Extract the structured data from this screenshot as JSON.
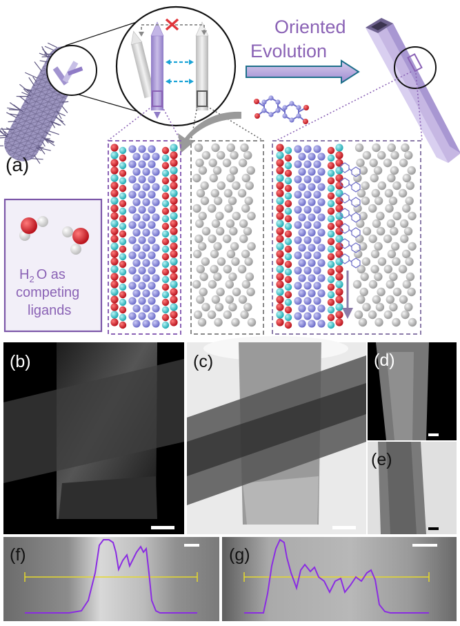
{
  "colors": {
    "purple": "#8a62b5",
    "lavender": "#b1a5dc",
    "atom_blue": "#7c7cd6",
    "atom_red": "#d9232c",
    "atom_cyan": "#3ec8cf",
    "atom_gray": "#bdbdbd",
    "arrow_blue": "#1aa3d6",
    "cross_red": "#e0363b",
    "profile_line": "#8a2be2",
    "scan_line": "#e6d92c"
  },
  "labels": {
    "a": "(a)",
    "b": "(b)",
    "c": "(c)",
    "d": "(d)",
    "e": "(e)",
    "f": "(f)",
    "g": "(g)"
  },
  "title": {
    "line1": "Oriented",
    "line2": "Evolution"
  },
  "water_box": {
    "formula": "H",
    "subscript": "2",
    "rest": "O as",
    "line2": "competing",
    "line3": "ligands"
  },
  "icons": {
    "cross": "cross-icon",
    "arrow": "right-arrow-icon",
    "down_arrow": "down-arrow-icon"
  }
}
